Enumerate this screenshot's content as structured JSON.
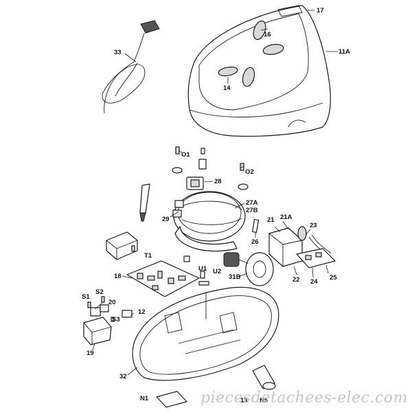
{
  "callouts": {
    "c17": "17",
    "c16": "16",
    "c11a": "11A",
    "c14": "14",
    "c33": "33",
    "c01": "O1",
    "c02": "O2",
    "c28": "28",
    "c27a": "27A",
    "c27b": "27B",
    "c29": "29",
    "c21": "21",
    "c21a": "21A",
    "c23": "23",
    "c26": "26",
    "ct1": "T1",
    "cu1": "U1",
    "cu2": "U2",
    "c31b": "31B",
    "c18": "18",
    "c22": "22",
    "c24": "24",
    "c25": "25",
    "cs1": "S1",
    "cs2": "S2",
    "c20": "20",
    "cs3": "S3",
    "c12": "12",
    "c19": "19",
    "c32": "32",
    "cn1": "N1",
    "c13": "13",
    "cn5": "N5"
  },
  "watermark": "piecesdetachees-elec.com"
}
